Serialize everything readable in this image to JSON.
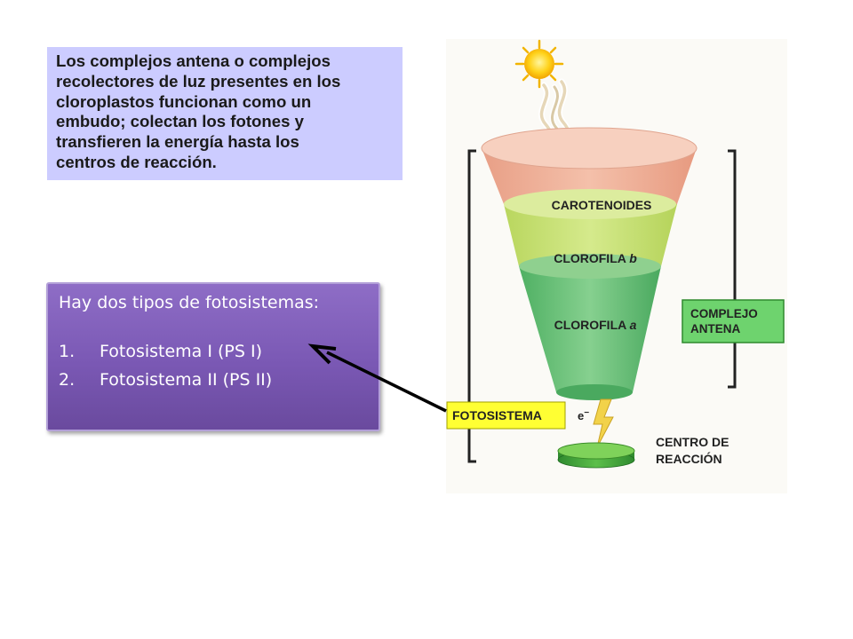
{
  "intro_text": {
    "lines": [
      "Los complejos antena o complejos",
      "recolectores de luz presentes en los",
      "cloroplastos funcionan como un",
      "embudo; colectan los fotones y",
      "transfieren la energía hasta los",
      "centros de reacción."
    ]
  },
  "types": {
    "heading": "Hay dos tipos de fotosistemas:",
    "items": [
      {
        "num": "1.",
        "label": "Fotosistema I (PS I)"
      },
      {
        "num": "2.",
        "label": "Fotosistema II (PS II)"
      }
    ]
  },
  "diagram": {
    "layers": {
      "carotenoides": "CAROTENOIDES",
      "clorofila_b": "CLOROFILA",
      "clorofila_b_letter": "b",
      "clorofila_a": "CLOROFILA",
      "clorofila_a_letter": "a"
    },
    "complejo_antena": [
      "COMPLEJO",
      "ANTENA"
    ],
    "fotosistema": "FOTOSISTEMA",
    "electron": "e",
    "electron_charge": "−",
    "centro": [
      "CENTRO DE",
      "REACCIÓN"
    ]
  },
  "colors": {
    "intro_bg": "#ccccff",
    "types_bg": "#7a58b4",
    "carotenoides": "#f0b39e",
    "clorofila_b": "#c8e07a",
    "clorofila_a": "#6cc27a",
    "antena_box": "#6ed36e",
    "fotosistema_box": "#ffff33"
  }
}
